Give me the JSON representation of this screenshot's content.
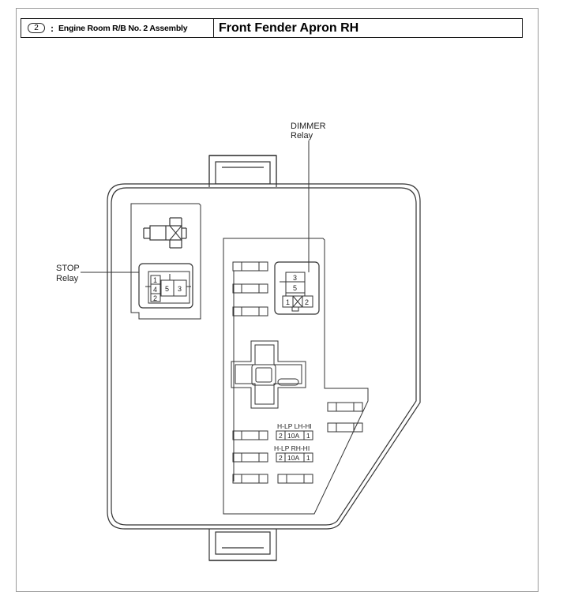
{
  "header": {
    "badge": "2",
    "separator": ":",
    "assembly": "Engine Room R/B No. 2 Assembly",
    "location": "Front Fender Apron RH"
  },
  "labels": {
    "dimmer_line1": "DIMMER",
    "dimmer_line2": "Relay",
    "stop_line1": "STOP",
    "stop_line2": "Relay"
  },
  "stop_relay_pins": [
    "1",
    "4",
    "5",
    "3",
    "2"
  ],
  "dimmer_relay_pins": [
    "3",
    "5",
    "1",
    "2"
  ],
  "fuse_lh": {
    "name": "H-LP LH-HI",
    "pin_left": "2",
    "rating": "10A",
    "pin_right": "1"
  },
  "fuse_rh": {
    "name": "H-LP RH-HI",
    "pin_left": "2",
    "rating": "10A",
    "pin_right": "1"
  }
}
